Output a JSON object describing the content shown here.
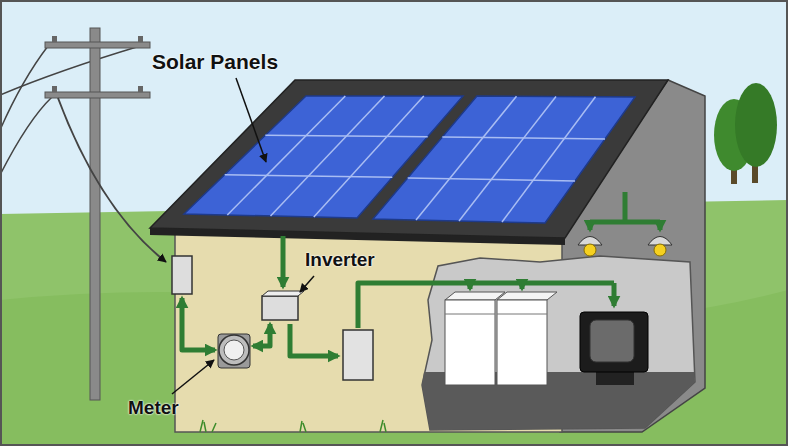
{
  "diagram": {
    "labels": [
      "Solar Panels",
      "Inverter",
      "Meter"
    ]
  }
}
